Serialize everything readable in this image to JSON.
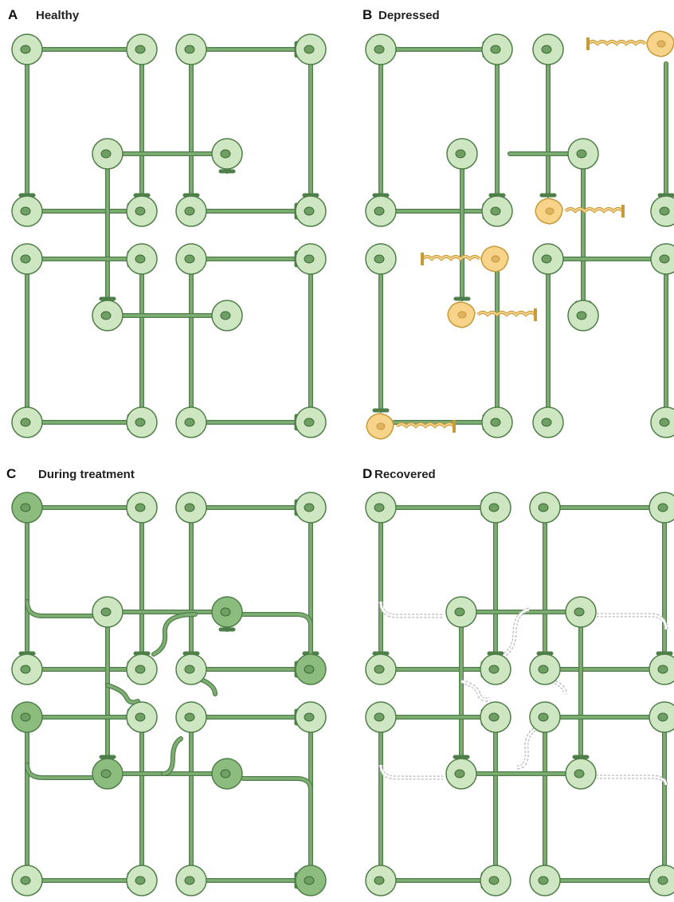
{
  "panels": [
    {
      "letter": "A",
      "title": "Healthy",
      "state": "healthy"
    },
    {
      "letter": "B",
      "title": "Depressed",
      "state": "depressed"
    },
    {
      "letter": "C",
      "title": "During treatment",
      "state": "treatment"
    },
    {
      "letter": "D",
      "title": "Recovered",
      "state": "recovered"
    }
  ],
  "colors": {
    "axon": "#7fae74",
    "axon_edge": "#4f7f48",
    "cell_light": "#cfe6c3",
    "cell_dark": "#8cbd7e",
    "nucleus": "#6f9f63",
    "damaged_cell": "#f7d48a",
    "damaged_edge": "#c79a3a",
    "pruned_path": "#b8b8b8"
  }
}
